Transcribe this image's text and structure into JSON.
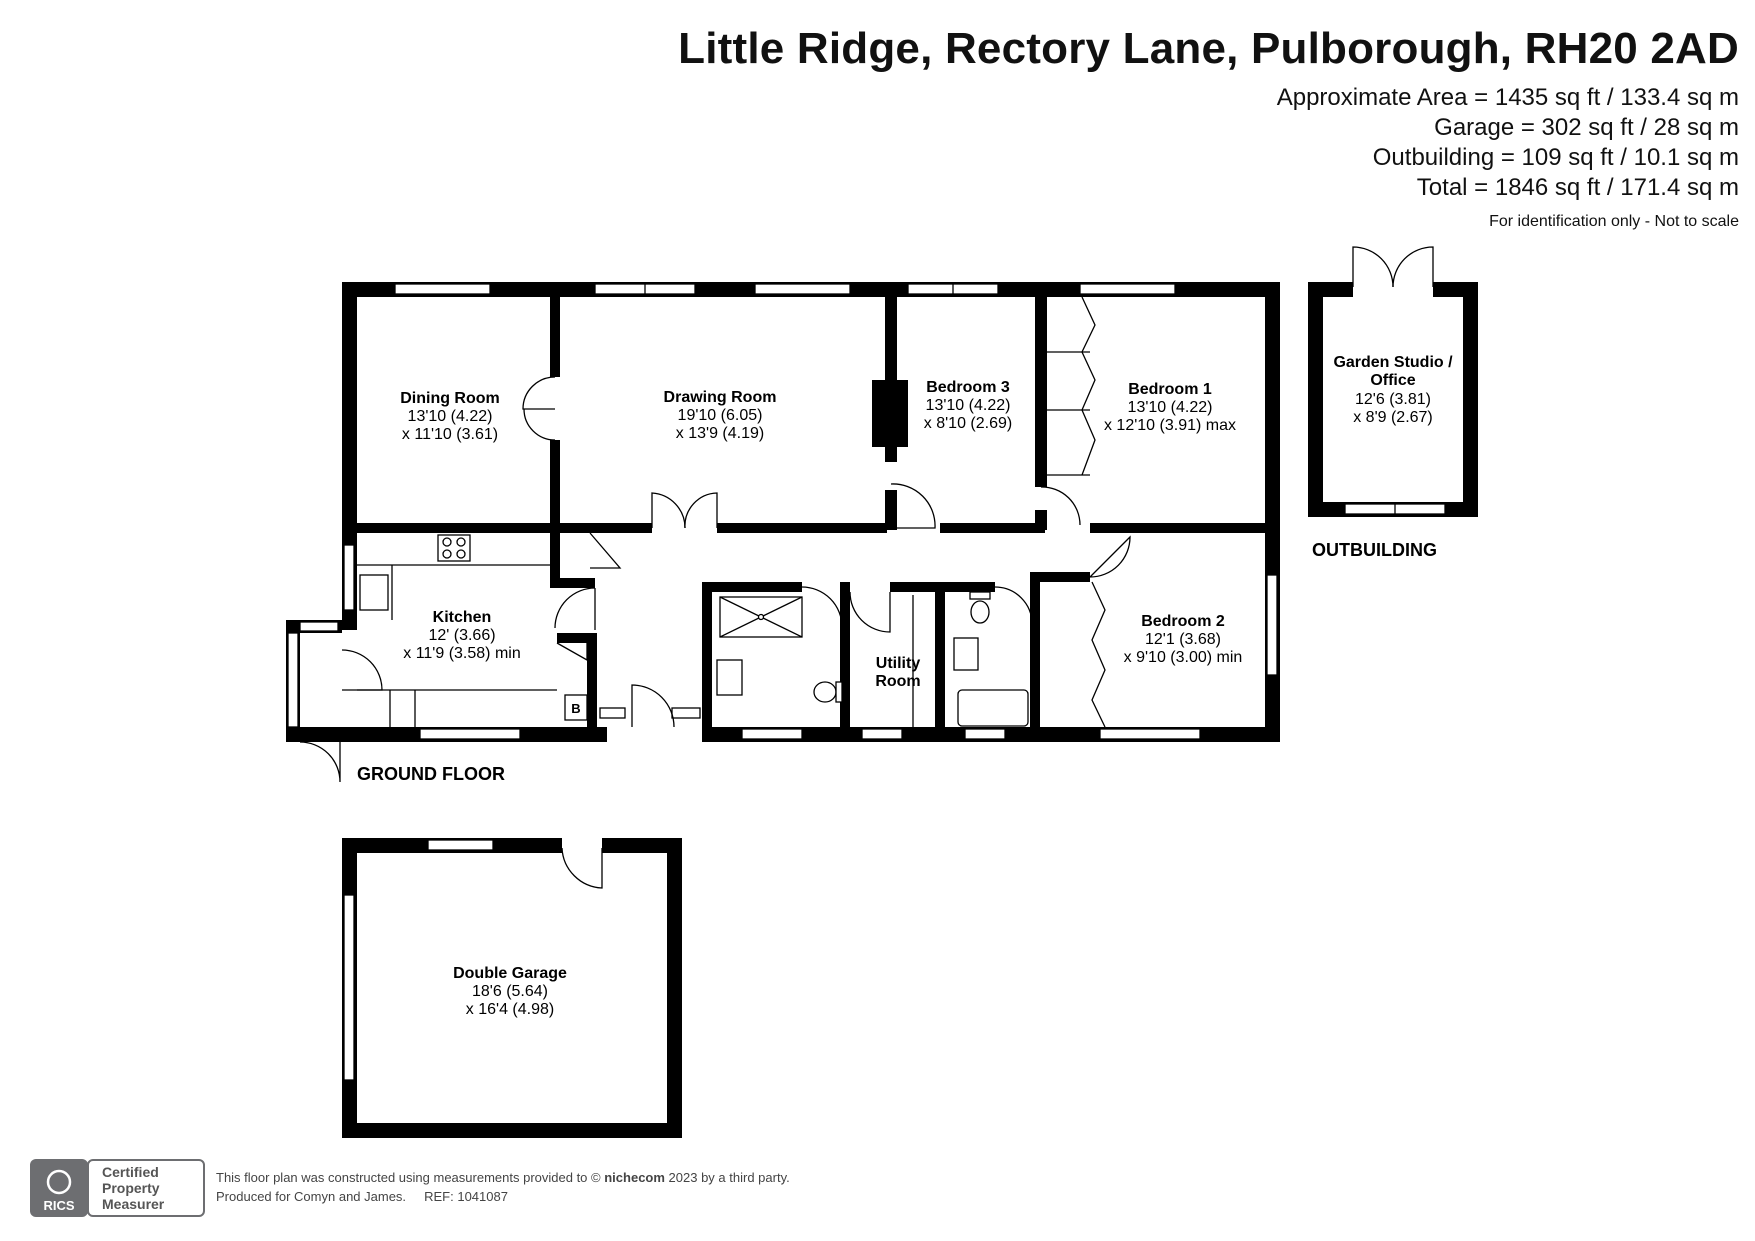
{
  "header": {
    "title": "Little Ridge, Rectory Lane, Pulborough, RH20 2AD",
    "areas": [
      "Approximate Area = 1435 sq ft / 133.4 sq m",
      "Garage = 302 sq ft / 28 sq m",
      "Outbuilding = 109 sq ft / 10.1 sq m",
      "Total = 1846 sq ft / 171.4 sq m"
    ],
    "note": "For identification only - Not to scale"
  },
  "rooms": {
    "dining": {
      "name": "Dining Room",
      "dim1": "13'10 (4.22)",
      "dim2": "x 11'10 (3.61)"
    },
    "drawing": {
      "name": "Drawing Room",
      "dim1": "19'10 (6.05)",
      "dim2": "x 13'9 (4.19)"
    },
    "bedroom3": {
      "name": "Bedroom 3",
      "dim1": "13'10 (4.22)",
      "dim2": "x 8'10 (2.69)"
    },
    "bedroom1": {
      "name": "Bedroom 1",
      "dim1": "13'10 (4.22)",
      "dim2": "x 12'10 (3.91) max"
    },
    "kitchen": {
      "name": "Kitchen",
      "dim1": "12' (3.66)",
      "dim2": "x 11'9 (3.58) min"
    },
    "utility": {
      "name1": "Utility",
      "name2": "Room"
    },
    "bedroom2": {
      "name": "Bedroom 2",
      "dim1": "12'1 (3.68)",
      "dim2": "x 9'10 (3.00) min"
    },
    "studio": {
      "name1": "Garden Studio /",
      "name2": "Office",
      "dim1": "12'6 (3.81)",
      "dim2": "x 8'9 (2.67)"
    },
    "garage": {
      "name": "Double Garage",
      "dim1": "18'6 (5.64)",
      "dim2": "x 16'4 (4.98)"
    },
    "boiler": "B"
  },
  "labels": {
    "ground_floor": "GROUND FLOOR",
    "outbuilding": "OUTBUILDING"
  },
  "footer": {
    "line1": "This floor plan was constructed using measurements provided to ©",
    "brand": "nichecom",
    "line1_end": "2023 by a third party.",
    "line2": "Produced for Comyn and James.",
    "ref": "REF: 1041087",
    "badge_org": "RICS",
    "badge_text": [
      "Certified",
      "Property",
      "Measurer"
    ]
  }
}
